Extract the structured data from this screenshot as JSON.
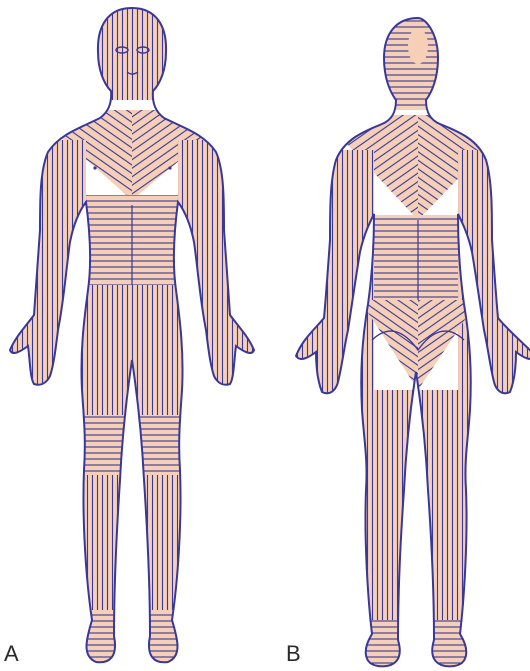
{
  "figure": {
    "panels": [
      {
        "id": "A",
        "label": "A",
        "view": "anterior"
      },
      {
        "id": "B",
        "label": "B",
        "view": "posterior"
      }
    ],
    "colors": {
      "skin": "#f5cfb6",
      "line": "#38379a"
    }
  }
}
